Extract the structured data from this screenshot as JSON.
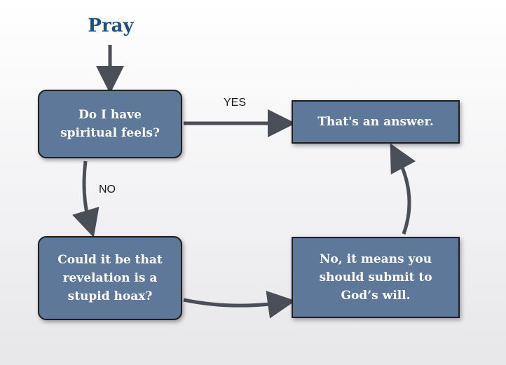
{
  "title": "Pray",
  "nodes": {
    "question_feels": [
      "Do I have",
      "spiritual feels?"
    ],
    "question_hoax": [
      "Could it be that",
      "revelation is a",
      "stupid hoax?"
    ],
    "answer": [
      "That's an answer."
    ],
    "submit": [
      "No, it means you",
      "should submit to",
      "God’s will."
    ]
  },
  "edge_labels": {
    "yes": "YES",
    "no": "NO"
  },
  "colors": {
    "node_fill": "#5d7899",
    "node_border": "#1e1e1e",
    "arrow": "#4a4e57",
    "title": "#1f4d86"
  }
}
